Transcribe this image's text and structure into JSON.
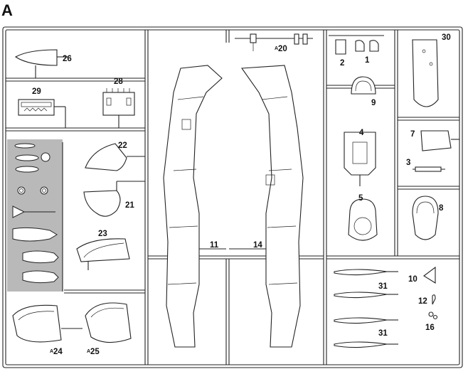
{
  "sheet_letter": "A",
  "colors": {
    "ink": "#222222",
    "excluded_parts_shading": "#b9b9b9",
    "paper": "#ffffff"
  },
  "excluded_region": {
    "note_icon": "grey-shaded-unused-parts"
  },
  "parts": [
    {
      "number": "26",
      "prefix": "",
      "name": "part-26"
    },
    {
      "number": "29",
      "prefix": "",
      "name": "part-29"
    },
    {
      "number": "28",
      "prefix": "",
      "name": "part-28"
    },
    {
      "number": "22",
      "prefix": "",
      "name": "part-22"
    },
    {
      "number": "21",
      "prefix": "",
      "name": "part-21"
    },
    {
      "number": "23",
      "prefix": "",
      "name": "part-23"
    },
    {
      "number": "24",
      "prefix": "A",
      "name": "part-24"
    },
    {
      "number": "25",
      "prefix": "A",
      "name": "part-25"
    },
    {
      "number": "11",
      "prefix": "",
      "name": "part-11"
    },
    {
      "number": "14",
      "prefix": "",
      "name": "part-14"
    },
    {
      "number": "20",
      "prefix": "A",
      "name": "part-20"
    },
    {
      "number": "2",
      "prefix": "",
      "name": "part-2"
    },
    {
      "number": "1",
      "prefix": "",
      "name": "part-1"
    },
    {
      "number": "9",
      "prefix": "",
      "name": "part-9"
    },
    {
      "number": "4",
      "prefix": "",
      "name": "part-4"
    },
    {
      "number": "5",
      "prefix": "",
      "name": "part-5"
    },
    {
      "number": "30",
      "prefix": "",
      "name": "part-30"
    },
    {
      "number": "7",
      "prefix": "",
      "name": "part-7"
    },
    {
      "number": "3",
      "prefix": "",
      "name": "part-3"
    },
    {
      "number": "8",
      "prefix": "",
      "name": "part-8"
    },
    {
      "number": "31",
      "prefix": "",
      "name": "part-31-upper"
    },
    {
      "number": "31",
      "prefix": "",
      "name": "part-31-lower"
    },
    {
      "number": "10",
      "prefix": "",
      "name": "part-10"
    },
    {
      "number": "12",
      "prefix": "",
      "name": "part-12"
    },
    {
      "number": "16",
      "prefix": "",
      "name": "part-16"
    }
  ]
}
